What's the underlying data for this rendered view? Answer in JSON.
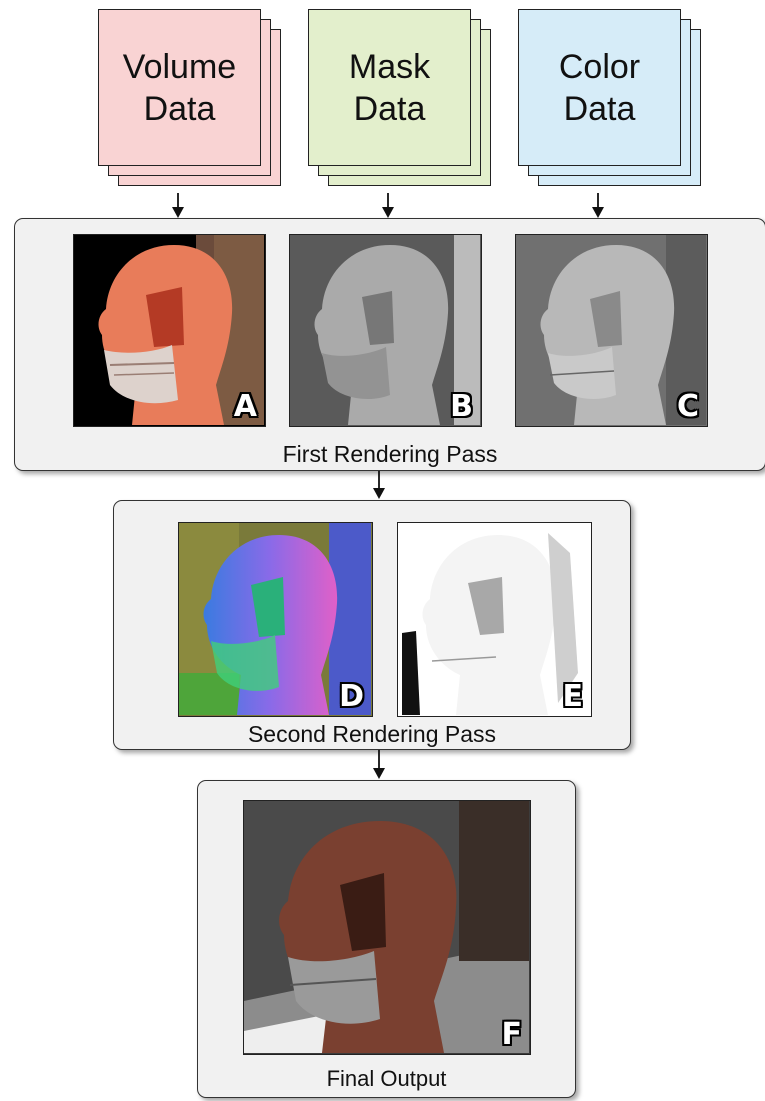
{
  "inputs": [
    {
      "lines": [
        "Volume",
        "Data"
      ],
      "color": "#f9d3d3"
    },
    {
      "lines": [
        "Mask",
        "Data"
      ],
      "color": "#e3efcc"
    },
    {
      "lines": [
        "Color",
        "Data"
      ],
      "color": "#d6ecf8"
    }
  ],
  "passes": {
    "first": {
      "label": "First Rendering Pass",
      "images": [
        "A",
        "B",
        "C"
      ]
    },
    "second": {
      "label": "Second Rendering Pass",
      "images": [
        "D",
        "E"
      ]
    },
    "final": {
      "label": "Final Output",
      "images": [
        "F"
      ]
    }
  }
}
